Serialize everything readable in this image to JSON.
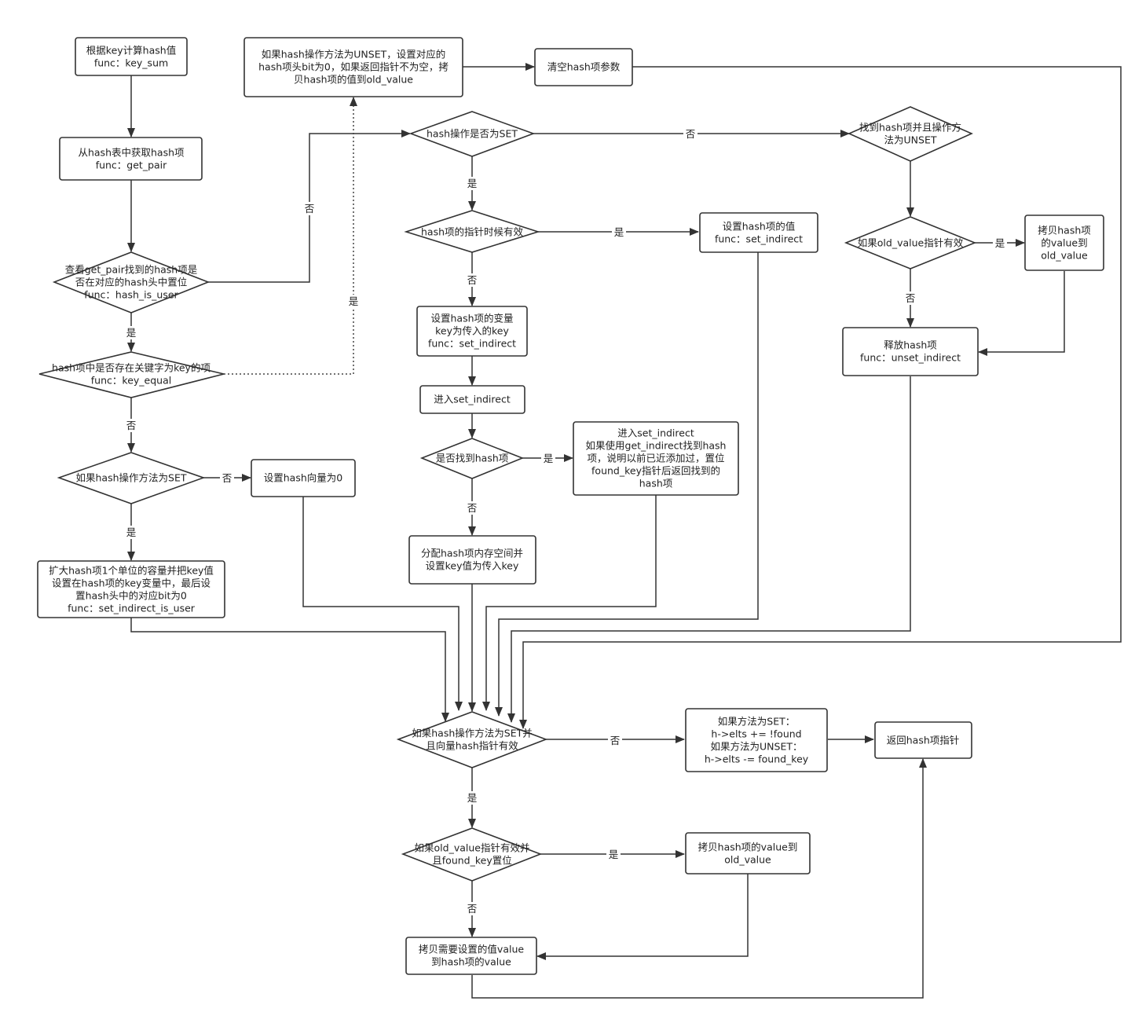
{
  "nodes": {
    "n_keysum": [
      "根据key计算hash值",
      "func：key_sum"
    ],
    "n_getpair": [
      "从hash表中获取hash项",
      "func：get_pair"
    ],
    "d_isuser": [
      "查看get_pair找到的hash项是",
      "否在对应的hash头中置位",
      "func：hash_is_user"
    ],
    "d_keyequal": [
      "hash项中是否存在关键字为key的项",
      "func：key_equal"
    ],
    "d_method_set": [
      "如果hash操作方法为SET"
    ],
    "n_setvec0": [
      "设置hash向量为0"
    ],
    "n_expand": [
      "扩大hash项1个单位的容量并把key值",
      "设置在hash项的key变量中，最后设",
      "置hash头中的对应bit为0",
      "func：set_indirect_is_user"
    ],
    "n_unset_top": [
      "如果hash操作方法为UNSET，设置对应的",
      "hash项头bit为0，如果返回指针不为空，拷",
      "贝hash项的值到old_value"
    ],
    "n_clear": [
      "清空hash项参数"
    ],
    "d_isset": [
      "hash操作是否为SET"
    ],
    "d_ptrvalid": [
      "hash项的指针时候有效"
    ],
    "n_setval": [
      "设置hash项的值",
      "func：set_indirect"
    ],
    "n_setvar": [
      "设置hash项的变量",
      "key为传入的key",
      "func：set_indirect"
    ],
    "n_enter": [
      "进入set_indirect"
    ],
    "d_found": [
      "是否找到hash项"
    ],
    "n_enter2": [
      "进入set_indirect",
      "如果使用get_indirect找到hash",
      "项，说明以前已近添加过，置位",
      "found_key指针后返回找到的",
      "hash项"
    ],
    "n_alloc": [
      "分配hash项内存空间并",
      "设置key值为传入key"
    ],
    "d_found_unset": [
      "找到hash项并且操作方",
      "法为UNSET"
    ],
    "d_oldvalid": [
      "如果old_value指针有效"
    ],
    "n_copy_old": [
      "拷贝hash项",
      "的value到",
      "old_value"
    ],
    "n_free": [
      "释放hash项",
      "func：unset_indirect"
    ],
    "d_set_vec": [
      "如果hash操作方法为SET并",
      "且向量hash指针有效"
    ],
    "n_elts": [
      "如果方法为SET：",
      "h->elts += !found",
      "如果方法为UNSET：",
      "h->elts -= found_key"
    ],
    "n_return": [
      "返回hash项指针"
    ],
    "d_old_found": [
      "如果old_value指针有效并",
      "且found_key置位"
    ],
    "n_copy_val_old": [
      "拷贝hash项的value到",
      "old_value"
    ],
    "n_copy_need": [
      "拷贝需要设置的值value",
      "到hash项的value"
    ]
  },
  "labels": {
    "yes": "是",
    "no": "否"
  }
}
